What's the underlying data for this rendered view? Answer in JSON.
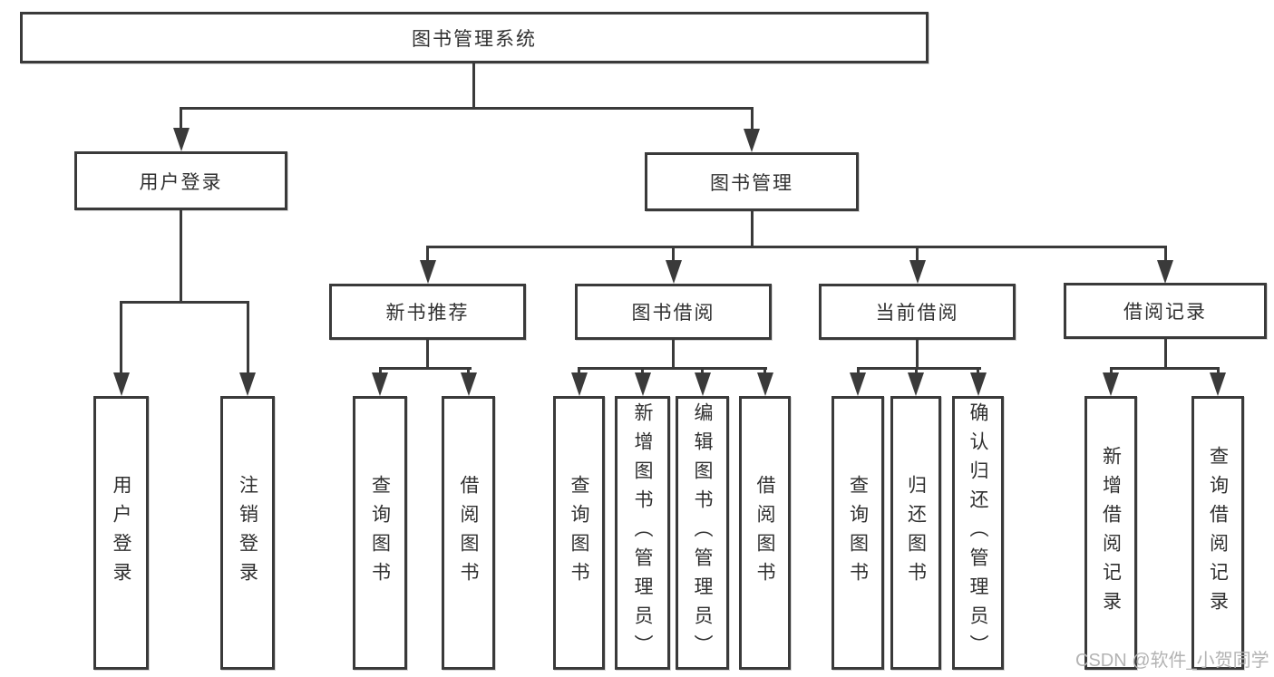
{
  "diagram_type": "tree-structure-chart",
  "watermark": "CSDN @软件_小贺同学",
  "colors": {
    "line": "#3a3a3a",
    "text": "#303030",
    "watermark": "#b3b3b3",
    "background": "#ffffff"
  },
  "nodes": {
    "root": "图书管理系统",
    "user_login": "用户登录",
    "book_mgmt": "图书管理",
    "new_book": "新书推荐",
    "book_borrow": "图书借阅",
    "current_borrow": "当前借阅",
    "borrow_record": "借阅记录",
    "leaves": {
      "user_login": [
        "用户登录",
        "注销登录"
      ],
      "new_book": [
        "查询图书",
        "借阅图书"
      ],
      "book_borrow": [
        "查询图书",
        "新增图书（管理员）",
        "编辑图书（管理员）",
        "借阅图书"
      ],
      "current_borrow": [
        "查询图书",
        "归还图书",
        "确认归还（管理员）"
      ],
      "borrow_record": [
        "新增借阅记录",
        "查询借阅记录"
      ]
    }
  }
}
